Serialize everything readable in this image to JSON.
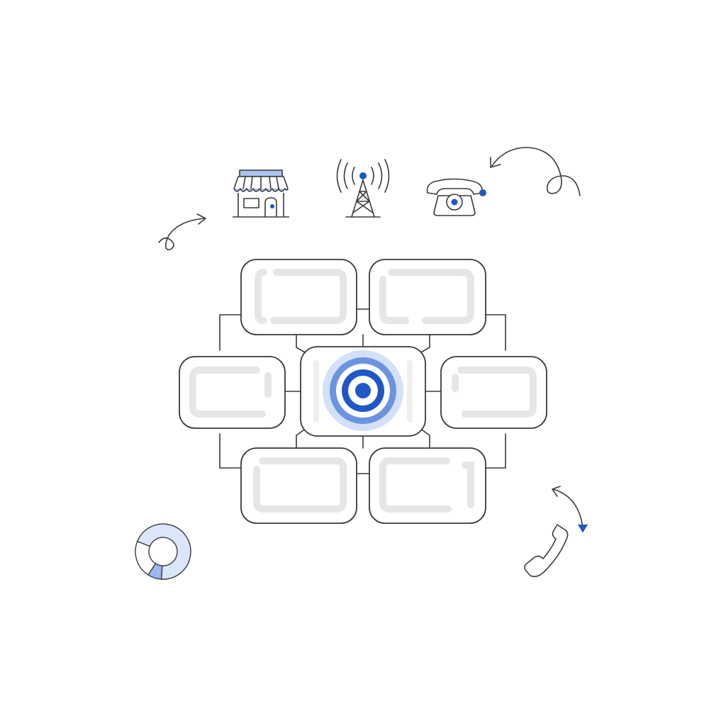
{
  "diagram": {
    "kind": "hub-and-spoke-network",
    "hub_icon": "target-icon",
    "node_count": 7,
    "top_icons": [
      "storefront-icon",
      "radio-tower-icon",
      "rotary-telephone-icon"
    ],
    "corner_icons": [
      "donut-chart-icon",
      "phone-handset-icon"
    ],
    "decorations": [
      "curly-arrow-icon",
      "curly-arrow-icon",
      "curly-arrow-icon"
    ]
  },
  "donut": {
    "slices": [
      0.7,
      0.08,
      0.22
    ]
  },
  "colors": {
    "line": "#3a3a3a",
    "placeholder": "#e6e6e6",
    "accent": "#1f57c6",
    "accent_mid": "#6a94e0",
    "accent_light": "#d3e0f8",
    "background": "#ffffff"
  }
}
